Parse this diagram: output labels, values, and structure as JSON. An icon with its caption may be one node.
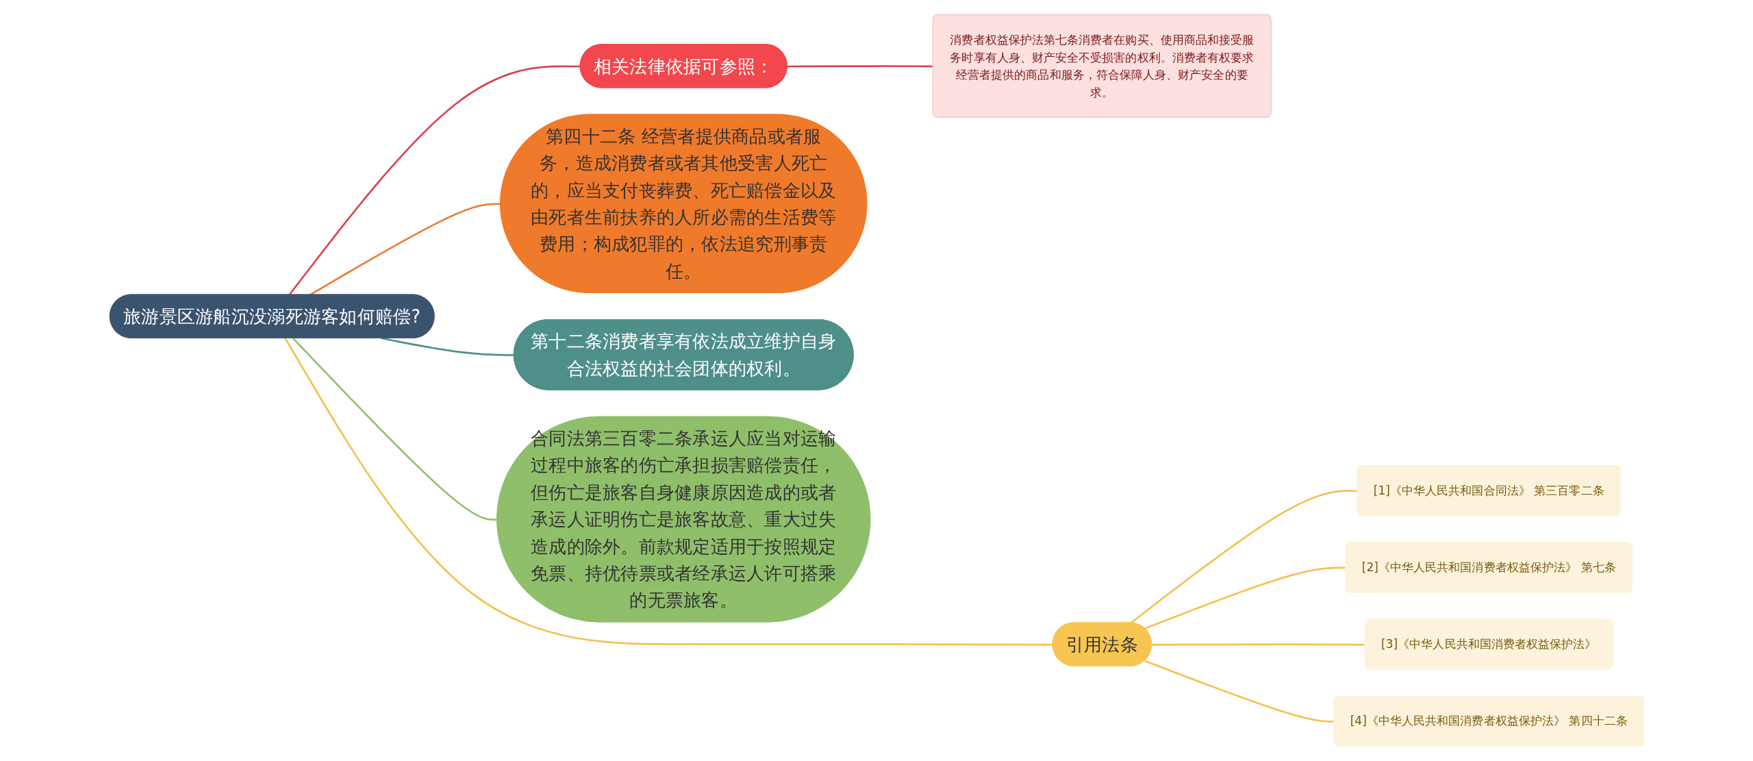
{
  "diagram": {
    "nodes": [
      {
        "text": [
          "旅游景区游船沉没溺死游客如何赔偿?"
        ]
      },
      {
        "text": [
          "相关法律依据可参照："
        ]
      },
      {
        "text": [
          "消费者权益保护法第七条消费者在购买、使用商品和接受服务时享有人身、财产安全不受损害的权利。消费者有权要求经营者提供的商品和服务，符合保障人身、财产安全的要求。"
        ]
      },
      {
        "text": [
          "第四十二条 经营者提供商品或者服务，造成消费者或者其他受害人死亡的，应当支付丧葬费、死亡赔偿金以及由死者生前扶养的人所必需的生活费等费用；构成犯罪的，依法追究刑事责任。"
        ]
      },
      {
        "text": [
          "引用法条"
        ]
      },
      {
        "text": [
          "[1]《中华人民共和国合同法》 第三百零二条"
        ]
      },
      {
        "text": [
          "[2]《中华人民共和国消费者权益保护法》 第七条"
        ]
      },
      {
        "text": [
          "[3]《中华人民共和国消费者权益保护法》"
        ]
      },
      {
        "text": [
          "[4]《中华人民共和国消费者权益保护法》 第四十二条"
        ]
      },
      {
        "text": [
          "第十二条消费者享有依法成立维护自身合法权益的社会团体的权利。"
        ]
      },
      {
        "text": [
          "合同法第三百零二条承运人应当对运输过程中旅客的伤亡承担损害赔偿责任，但伤亡是旅客自身健康原因造成的或者承运人证明伤亡是旅客故意、重大过失造成的除外。前款规定适用于按照规定免票、持优待票或者经承运人许可搭乘的无票旅客。"
        ]
      }
    ],
    "edges": [
      {
        "from": 0,
        "to": 1,
        "arrow": "none",
        "color": "#d9434a"
      },
      {
        "from": 1,
        "to": 2,
        "arrow": "none",
        "color": "#d9434a"
      },
      {
        "from": 0,
        "to": 3,
        "arrow": "none",
        "color": "#ec7a2e"
      },
      {
        "from": 0,
        "to": 4,
        "arrow": "none"
      },
      {
        "from": 4,
        "to": 5,
        "arrow": "none"
      },
      {
        "from": 4,
        "to": 6,
        "arrow": "none"
      },
      {
        "from": 4,
        "to": 7,
        "arrow": "none"
      },
      {
        "from": 4,
        "to": 8,
        "arrow": "none"
      },
      {
        "from": 0,
        "to": 9,
        "arrow": "none",
        "color": "#4e8f8a"
      },
      {
        "from": 0,
        "to": 10,
        "arrow": "none",
        "color": "#8fbf6a"
      }
    ]
  }
}
